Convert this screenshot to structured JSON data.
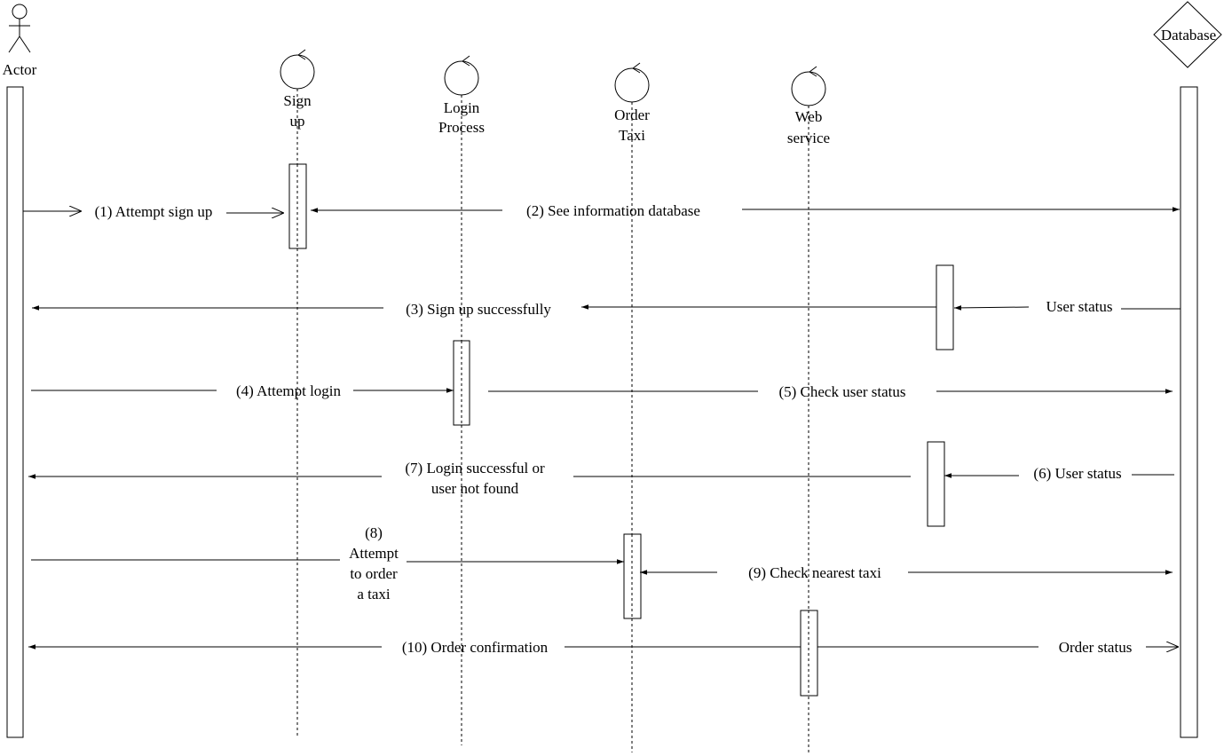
{
  "participants": {
    "actor": "Actor",
    "signup": [
      "Sign",
      "up"
    ],
    "login": [
      "Login",
      "Process"
    ],
    "order": [
      "Order",
      "Taxi"
    ],
    "web": [
      "Web",
      "service"
    ],
    "database": "Database"
  },
  "messages": {
    "m1": "(1) Attempt sign up",
    "m2": "(2) See information database",
    "m3": "(3) Sign up successfully",
    "m3_db": "User status",
    "m4": "(4) Attempt login",
    "m5": "(5) Check user status",
    "m6": "(6) User status",
    "m7": [
      "(7) Login successful or",
      "user not found"
    ],
    "m8": [
      "(8)",
      "Attempt",
      "to order",
      "a taxi"
    ],
    "m9": "(9) Check nearest taxi",
    "m10": "(10) Order confirmation",
    "m10_db": "Order status"
  }
}
